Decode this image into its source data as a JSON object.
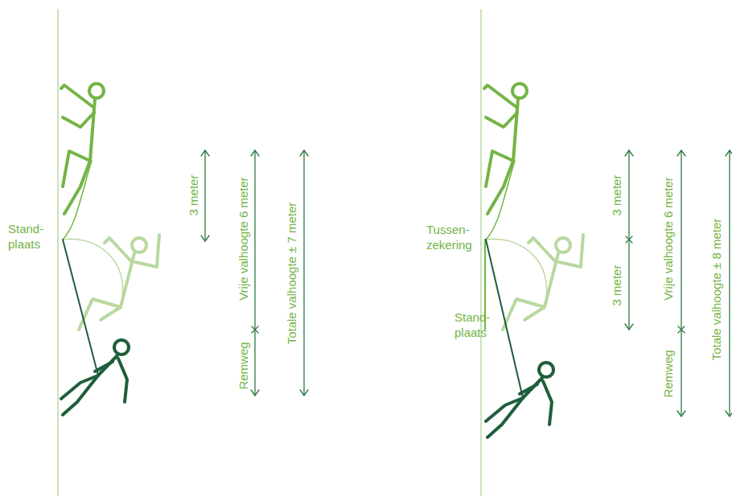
{
  "diagram": {
    "labels": [
      "Stand- plaats",
      "3 meter",
      "Vrije valhoogte 6 meter",
      "Remweg",
      "Totale valhoogte ± 7 meter",
      "Tussen- zekering",
      "Stand- plaats",
      "3 meter",
      "3 meter",
      "Vrije valhoogte 6 meter",
      "Remweg",
      "Totale valhoogte ± 8 meter"
    ]
  }
}
